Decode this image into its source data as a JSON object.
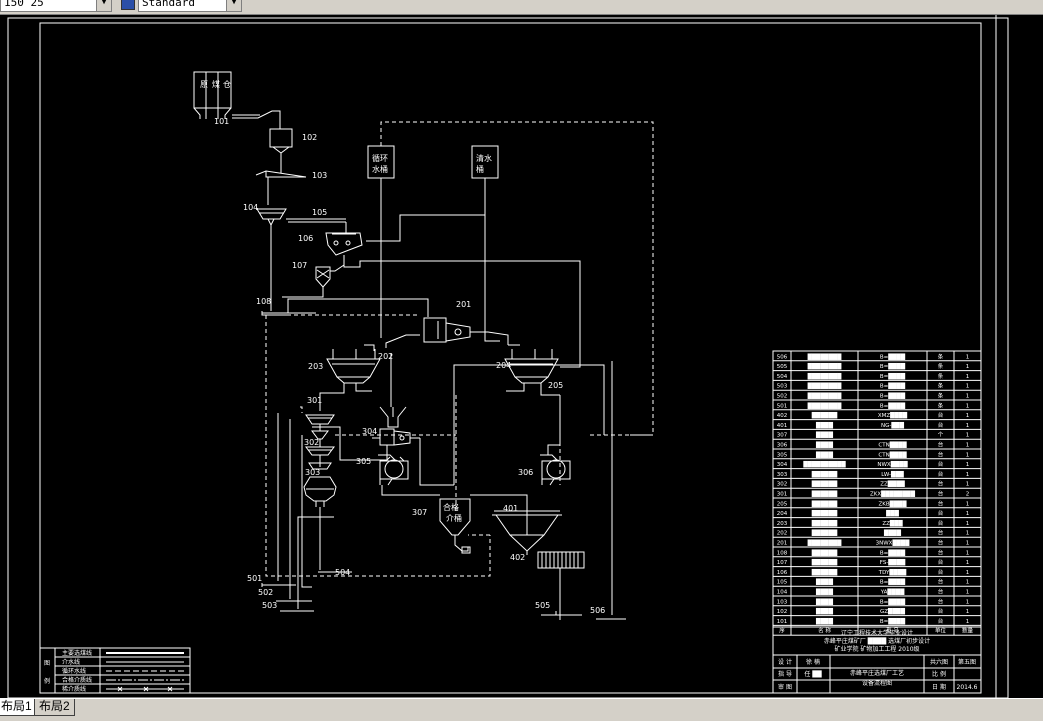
{
  "toolbar": {
    "layer_combo_value": "150 25",
    "style_combo_value": "Standard"
  },
  "tabs": [
    {
      "label": "布局1"
    },
    {
      "label": "布局2"
    }
  ],
  "drawing": {
    "tanks": {
      "circulation_water": [
        "循环",
        "水桶"
      ],
      "clean_water": [
        "清水",
        "桶"
      ],
      "qualified_tank": [
        "合格",
        "介桶"
      ]
    },
    "bins": [
      "原",
      "煤",
      "仓"
    ],
    "numbers": {
      "n101": "101",
      "n102": "102",
      "n103": "103",
      "n104": "104",
      "n105": "105",
      "n106": "106",
      "n107": "107",
      "n108": "108",
      "n201": "201",
      "n202": "202",
      "n203": "203",
      "n204": "204",
      "n205": "205",
      "n301": "301",
      "n302": "302",
      "n303": "303",
      "n304": "304",
      "n305": "305",
      "n306": "306",
      "n307": "307",
      "n401": "401",
      "n402": "402",
      "n501": "501",
      "n502": "502",
      "n503": "503",
      "n504": "504",
      "n505": "505",
      "n506": "506"
    }
  },
  "legend": {
    "side_label": [
      "图",
      "例"
    ],
    "items": [
      "主要选煤线",
      "介水线",
      "循环水线",
      "合格介质线",
      "稀介质线"
    ]
  },
  "equipment_table": {
    "rows": [
      {
        "no": "506",
        "name": "████████",
        "spec": "B=████",
        "unit": "条",
        "qty": "1"
      },
      {
        "no": "505",
        "name": "████████",
        "spec": "B=████",
        "unit": "条",
        "qty": "1"
      },
      {
        "no": "504",
        "name": "████████",
        "spec": "B=████",
        "unit": "条",
        "qty": "1"
      },
      {
        "no": "503",
        "name": "████████",
        "spec": "B=████",
        "unit": "条",
        "qty": "1"
      },
      {
        "no": "502",
        "name": "████████",
        "spec": "B=████",
        "unit": "条",
        "qty": "1"
      },
      {
        "no": "501",
        "name": "████████",
        "spec": "B=████",
        "unit": "条",
        "qty": "1"
      },
      {
        "no": "402",
        "name": "██████",
        "spec": "XMZ████",
        "unit": "台",
        "qty": "1"
      },
      {
        "no": "401",
        "name": "████",
        "spec": "NG-███",
        "unit": "台",
        "qty": "1"
      },
      {
        "no": "307",
        "name": "████",
        "spec": "",
        "unit": "个",
        "qty": "1"
      },
      {
        "no": "306",
        "name": "████",
        "spec": "CTN████",
        "unit": "台",
        "qty": "1"
      },
      {
        "no": "305",
        "name": "████",
        "spec": "CTN████",
        "unit": "台",
        "qty": "1"
      },
      {
        "no": "304",
        "name": "██████████",
        "spec": "NWX████",
        "unit": "台",
        "qty": "1"
      },
      {
        "no": "303",
        "name": "██████",
        "spec": "LW-███",
        "unit": "台",
        "qty": "1"
      },
      {
        "no": "302",
        "name": "██████",
        "spec": "ZZ████",
        "unit": "台",
        "qty": "1"
      },
      {
        "no": "301",
        "name": "██████",
        "spec": "ZKX████████",
        "unit": "台",
        "qty": "2"
      },
      {
        "no": "205",
        "name": "██████",
        "spec": "ZKB████",
        "unit": "台",
        "qty": "1"
      },
      {
        "no": "204",
        "name": "██████",
        "spec": "███",
        "unit": "台",
        "qty": "1"
      },
      {
        "no": "203",
        "name": "██████",
        "spec": "ZZ███",
        "unit": "台",
        "qty": "1"
      },
      {
        "no": "202",
        "name": "██████",
        "spec": "████",
        "unit": "台",
        "qty": "1"
      },
      {
        "no": "201",
        "name": "████████",
        "spec": "3NWX████",
        "unit": "台",
        "qty": "1"
      },
      {
        "no": "108",
        "name": "██████",
        "spec": "B=████",
        "unit": "台",
        "qty": "1"
      },
      {
        "no": "107",
        "name": "██████",
        "spec": "FS-████",
        "unit": "台",
        "qty": "1"
      },
      {
        "no": "106",
        "name": "██████",
        "spec": "TDY████",
        "unit": "台",
        "qty": "1"
      },
      {
        "no": "105",
        "name": "████",
        "spec": "B=████",
        "unit": "台",
        "qty": "1"
      },
      {
        "no": "104",
        "name": "████",
        "spec": "YA████",
        "unit": "台",
        "qty": "1"
      },
      {
        "no": "103",
        "name": "████",
        "spec": "B=████",
        "unit": "台",
        "qty": "1"
      },
      {
        "no": "102",
        "name": "████",
        "spec": "GZ████",
        "unit": "台",
        "qty": "1"
      },
      {
        "no": "101",
        "name": "████",
        "spec": "B=████",
        "unit": "台",
        "qty": "1"
      }
    ],
    "header": {
      "no": "序",
      "name": "名  称",
      "spec": "型  号",
      "unit": "单位",
      "qty": "数量"
    }
  },
  "title_block": {
    "line1": "辽宁工程技术大学毕业设计",
    "line2": "赤峰平庄煤矿厂 ████ 选煤厂初步设计",
    "line3": "矿业学院  矿物加工工程  2010级",
    "rows": [
      [
        "设 计",
        "徐 楠"
      ],
      [
        "指 导",
        "任 ██"
      ],
      [
        "审 图",
        ""
      ]
    ],
    "drawing_name": [
      "赤峰平庄选煤厂工艺",
      "设备流程图"
    ],
    "right_rows": [
      [
        "共六图",
        "第五图"
      ],
      [
        "比 例",
        ""
      ],
      [
        "日 期",
        "2014.6"
      ]
    ]
  }
}
